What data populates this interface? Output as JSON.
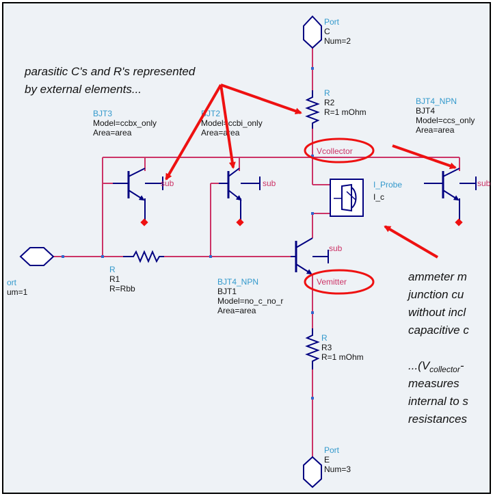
{
  "colors": {
    "background": "#eef2f6",
    "wire": "#cc3366",
    "component": "#000080",
    "label_blue": "#3399cc",
    "label_black": "#111111",
    "node_label": "#cc3366",
    "arrow": "#ee1111",
    "pin": "#3366cc",
    "ground_dot": "#ee1111"
  },
  "ports": {
    "top": {
      "lines": [
        "Port",
        "C",
        "Num=2"
      ]
    },
    "left": {
      "lines": [
        "ort",
        "um=1"
      ]
    },
    "bottom": {
      "lines": [
        "Port",
        "E",
        "Num=3"
      ]
    }
  },
  "components": {
    "bjt3": {
      "lines": [
        "BJT3",
        "Model=ccbx_only",
        "Area=area"
      ],
      "sub": "sub"
    },
    "bjt2": {
      "lines": [
        "BJT2",
        "Model=ccbi_only",
        "Area=area"
      ],
      "sub": "sub"
    },
    "bjt4": {
      "lines": [
        "BJT4_NPN",
        "BJT4",
        "Model=ccs_only",
        "Area=area"
      ],
      "sub": "sub"
    },
    "bjt1": {
      "lines": [
        "BJT4_NPN",
        "BJT1",
        "Model=no_c_no_r",
        "Area=area"
      ],
      "sub": "sub"
    },
    "r1": {
      "lines": [
        "R",
        "R1",
        "R=Rbb"
      ]
    },
    "r2": {
      "lines": [
        "R",
        "R2",
        "R=1 mOhm"
      ]
    },
    "r3": {
      "lines": [
        "R",
        "R3",
        "R=1 mOhm"
      ]
    },
    "probe": {
      "lines": [
        "I_Probe",
        "I_c"
      ]
    }
  },
  "nodes": {
    "collector": "Vcollector",
    "emitter": "Vemitter"
  },
  "annotations": {
    "parasitic": [
      "parasitic C's and R's represented",
      "by external elements..."
    ],
    "ammeter": [
      "ammeter m",
      "junction cu",
      "without incl",
      "capacitive c"
    ],
    "measures_prefix": "...(V",
    "measures_sub": "collector",
    "measures_suffix": "-",
    "measures": [
      " measures",
      "internal to s",
      "resistances"
    ]
  }
}
